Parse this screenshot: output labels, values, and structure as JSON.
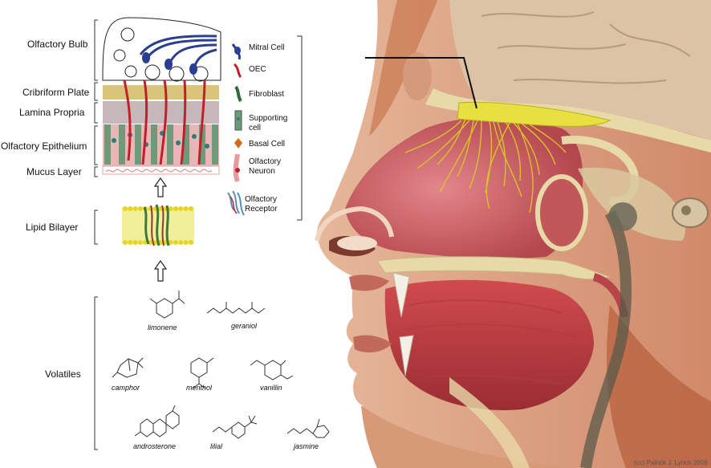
{
  "layers": {
    "olfactory_bulb": "Olfactory Bulb",
    "cribriform_plate": "Cribriform Plate",
    "lamina_propria": "Lamina Propria",
    "olfactory_epithelium": "Olfactory Epithelium",
    "mucus_layer": "Mucus Layer",
    "lipid_bilayer": "Lipid Bilayer",
    "volatiles": "Volatiles"
  },
  "legend": [
    {
      "label": "Mitral Cell",
      "icon": "mitral-cell-icon",
      "color": "#2a3f8f"
    },
    {
      "label": "OEC",
      "icon": "oec-icon",
      "color": "#c0202a"
    },
    {
      "label": "Fibroblast",
      "icon": "fibroblast-icon",
      "color": "#2e6b3a"
    },
    {
      "label": "Supporting cell",
      "icon": "supporting-cell-icon",
      "color": "#6f9a7a"
    },
    {
      "label": "Basal Cell",
      "icon": "basal-cell-icon",
      "color": "#d2691e"
    },
    {
      "label": "Olfactory Neuron",
      "icon": "olfactory-neuron-icon",
      "color": "#e89aa0"
    },
    {
      "label": "Olfactory Receptor",
      "icon": "olfactory-receptor-icon",
      "color": "#5a8fb0"
    }
  ],
  "molecules": {
    "limonene": "limonene",
    "geraniol": "geraniol",
    "camphor": "camphor",
    "menthol": "menthol",
    "vanillin": "vanillin",
    "androsterone": "androsterone",
    "lilial": "lilial",
    "jasmine": "jasmine"
  },
  "credit": "(cc) Patrick J. Lynch 2006",
  "colors": {
    "bulb_yellow": "#e8e040",
    "mucosa_red": "#c8454a",
    "skin": "#e9c4a6",
    "bone": "#e8d9a8"
  }
}
